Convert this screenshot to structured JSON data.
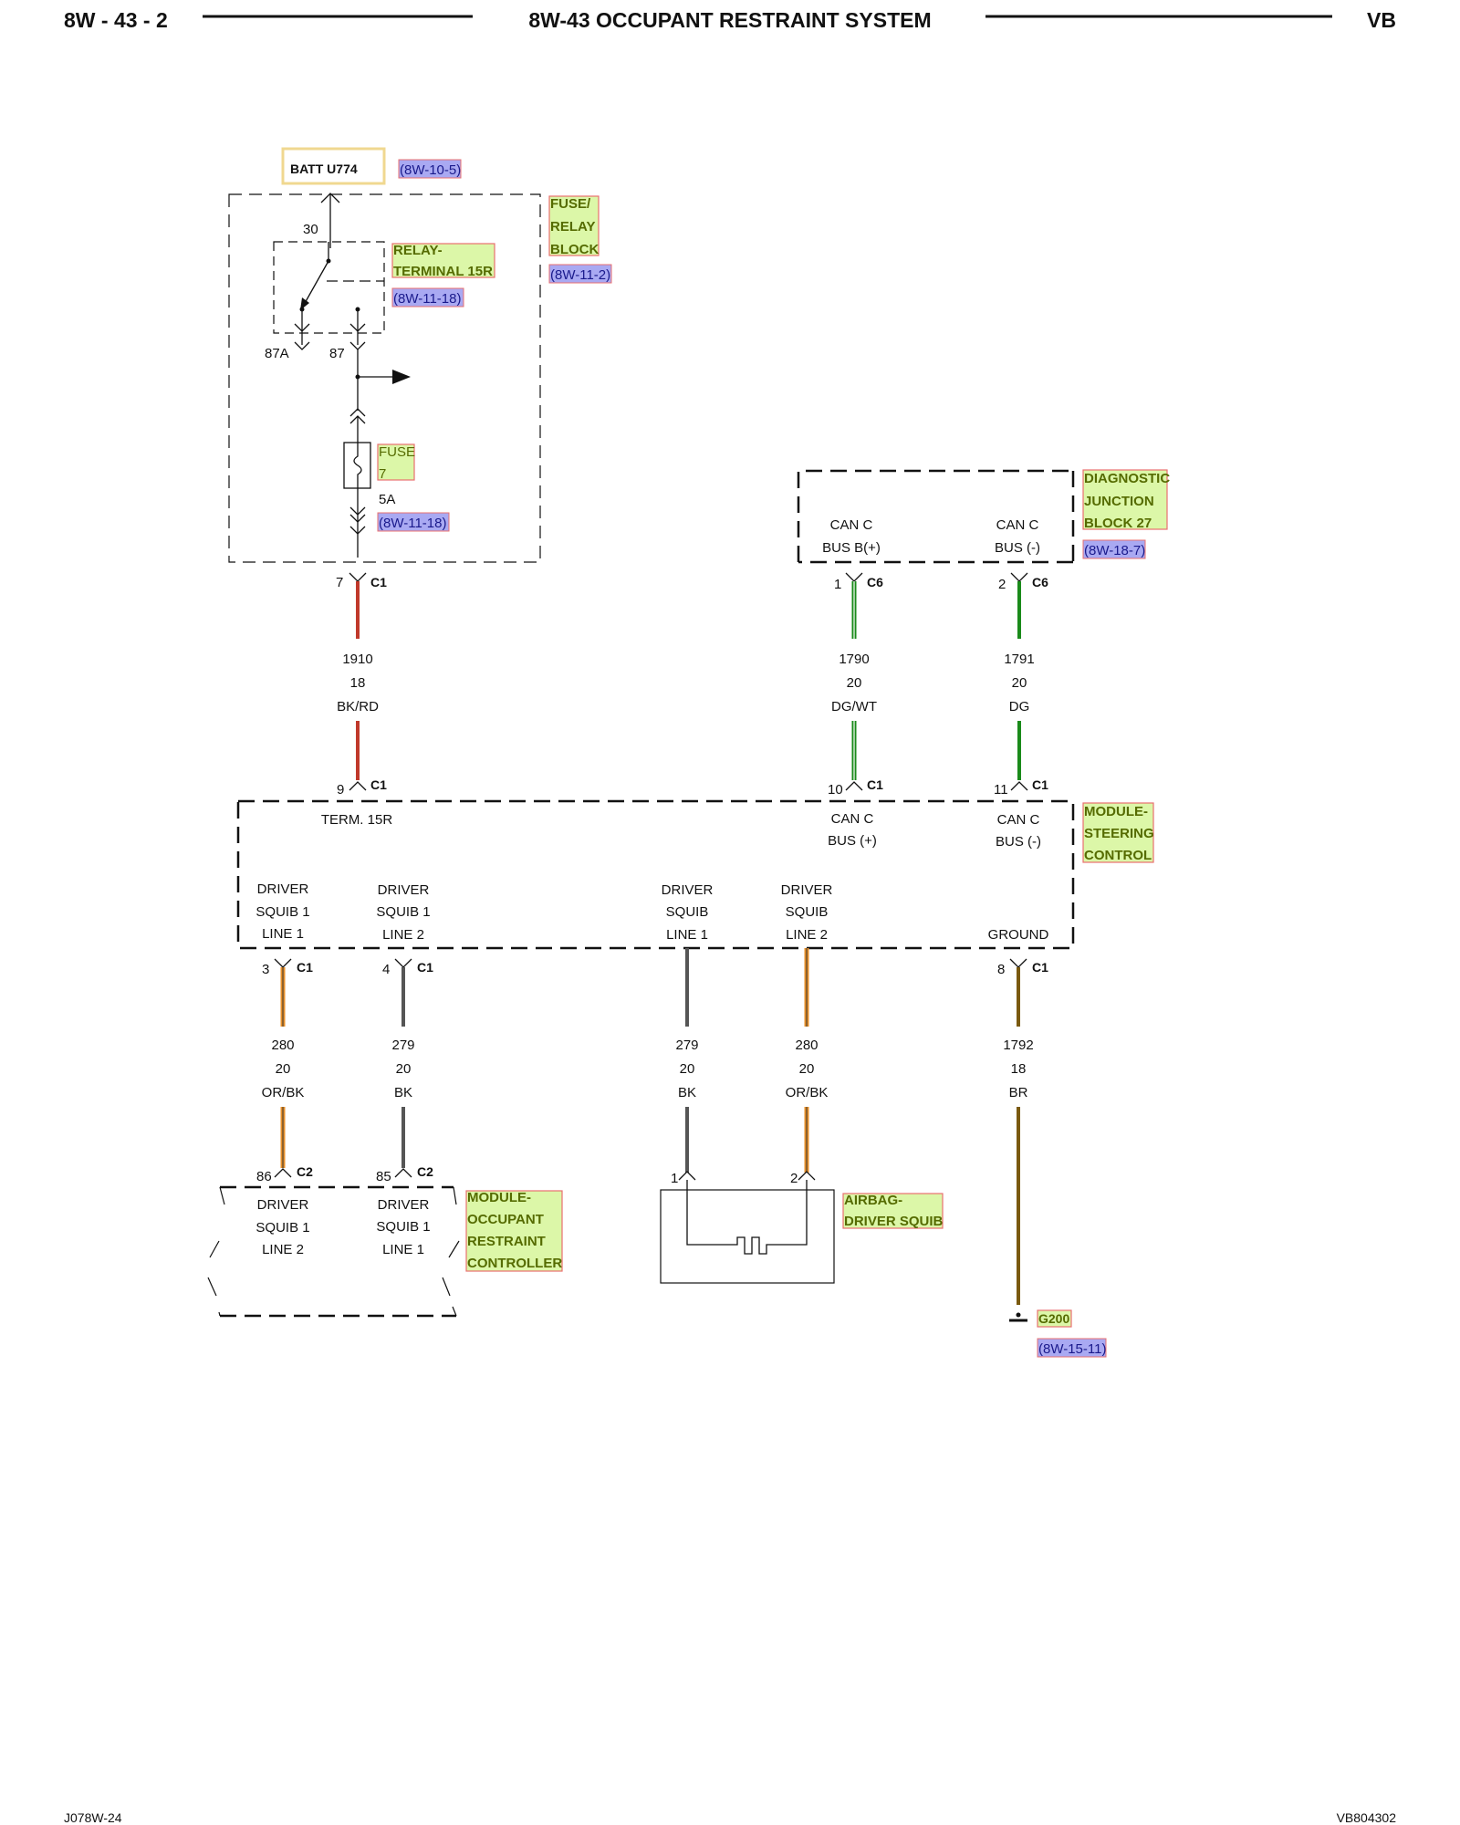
{
  "header": {
    "page": "8W - 43 - 2",
    "title": "8W-43 OCCUPANT RESTRAINT SYSTEM",
    "model": "VB"
  },
  "footer": {
    "left": "J078W-24",
    "right": "VB804302"
  },
  "batt": {
    "label": "BATT U774",
    "ref": "(8W-10-5)"
  },
  "fuse_block": {
    "l1": "FUSE/",
    "l2": "RELAY",
    "l3": "BLOCK",
    "ref": "(8W-11-2)"
  },
  "relay": {
    "l1": "RELAY-",
    "l2": "TERMINAL 15R",
    "ref": "(8W-11-18)",
    "pin30": "30",
    "pin87a": "87A",
    "pin87": "87"
  },
  "fuse": {
    "l1": "FUSE",
    "l2": "7",
    "rating": "5A",
    "ref": "(8W-11-18)"
  },
  "djb": {
    "l1": "DIAGNOSTIC",
    "l2": "JUNCTION",
    "l3": "BLOCK 27",
    "ref": "(8W-18-7)",
    "pin1_l1": "CAN C",
    "pin1_l2": "BUS B(+)",
    "pin2_l1": "CAN C",
    "pin2_l2": "BUS (-)"
  },
  "connectors": {
    "c7": {
      "pin": "7",
      "conn": "C1"
    },
    "c6a": {
      "pin": "1",
      "conn": "C6"
    },
    "c6b": {
      "pin": "2",
      "conn": "C6"
    },
    "c9": {
      "pin": "9",
      "conn": "C1"
    },
    "c10": {
      "pin": "10",
      "conn": "C1"
    },
    "c11": {
      "pin": "11",
      "conn": "C1"
    },
    "c3": {
      "pin": "3",
      "conn": "C1"
    },
    "c4": {
      "pin": "4",
      "conn": "C1"
    },
    "c8": {
      "pin": "8",
      "conn": "C1"
    },
    "c86": {
      "pin": "86",
      "conn": "C2"
    },
    "c85": {
      "pin": "85",
      "conn": "C2"
    },
    "as1": {
      "pin": "1"
    },
    "as2": {
      "pin": "2"
    }
  },
  "wires": {
    "w1910": {
      "circuit": "1910",
      "gauge": "18",
      "color": "BK/RD"
    },
    "w1790": {
      "circuit": "1790",
      "gauge": "20",
      "color": "DG/WT"
    },
    "w1791": {
      "circuit": "1791",
      "gauge": "20",
      "color": "DG"
    },
    "w280a": {
      "circuit": "280",
      "gauge": "20",
      "color": "OR/BK"
    },
    "w279a": {
      "circuit": "279",
      "gauge": "20",
      "color": "BK"
    },
    "w279b": {
      "circuit": "279",
      "gauge": "20",
      "color": "BK"
    },
    "w280b": {
      "circuit": "280",
      "gauge": "20",
      "color": "OR/BK"
    },
    "w1792": {
      "circuit": "1792",
      "gauge": "18",
      "color": "BR"
    }
  },
  "scm": {
    "l1": "MODULE-",
    "l2": "STEERING",
    "l3": "CONTROL",
    "term15r": "TERM. 15R",
    "canp_l1": "CAN C",
    "canp_l2": "BUS (+)",
    "cann_l1": "CAN C",
    "cann_l2": "BUS (-)",
    "p3": [
      "DRIVER",
      "SQUIB 1",
      "LINE 1"
    ],
    "p4": [
      "DRIVER",
      "SQUIB 1",
      "LINE 2"
    ],
    "p5": [
      "DRIVER",
      "SQUIB",
      "LINE 1"
    ],
    "p6": [
      "DRIVER",
      "SQUIB",
      "LINE 2"
    ],
    "ground": "GROUND"
  },
  "orc": {
    "l1": "MODULE-",
    "l2": "OCCUPANT",
    "l3": "RESTRAINT",
    "l4": "CONTROLLER",
    "p86": [
      "DRIVER",
      "SQUIB 1",
      "LINE 2"
    ],
    "p85": [
      "DRIVER",
      "SQUIB 1",
      "LINE 1"
    ]
  },
  "airbag": {
    "l1": "AIRBAG-",
    "l2": "DRIVER SQUIB"
  },
  "ground": {
    "label": "G200",
    "ref": "(8W-15-11)"
  },
  "colors": {
    "bk_rd": "#c0392b",
    "dg": "#1a8a1a",
    "or": "#e8902a",
    "bk": "#555555",
    "br": "#7a5a10",
    "label_fill": "#dcf7a8",
    "label_stroke": "#e87070",
    "ref_fill": "#a9a9f2"
  }
}
